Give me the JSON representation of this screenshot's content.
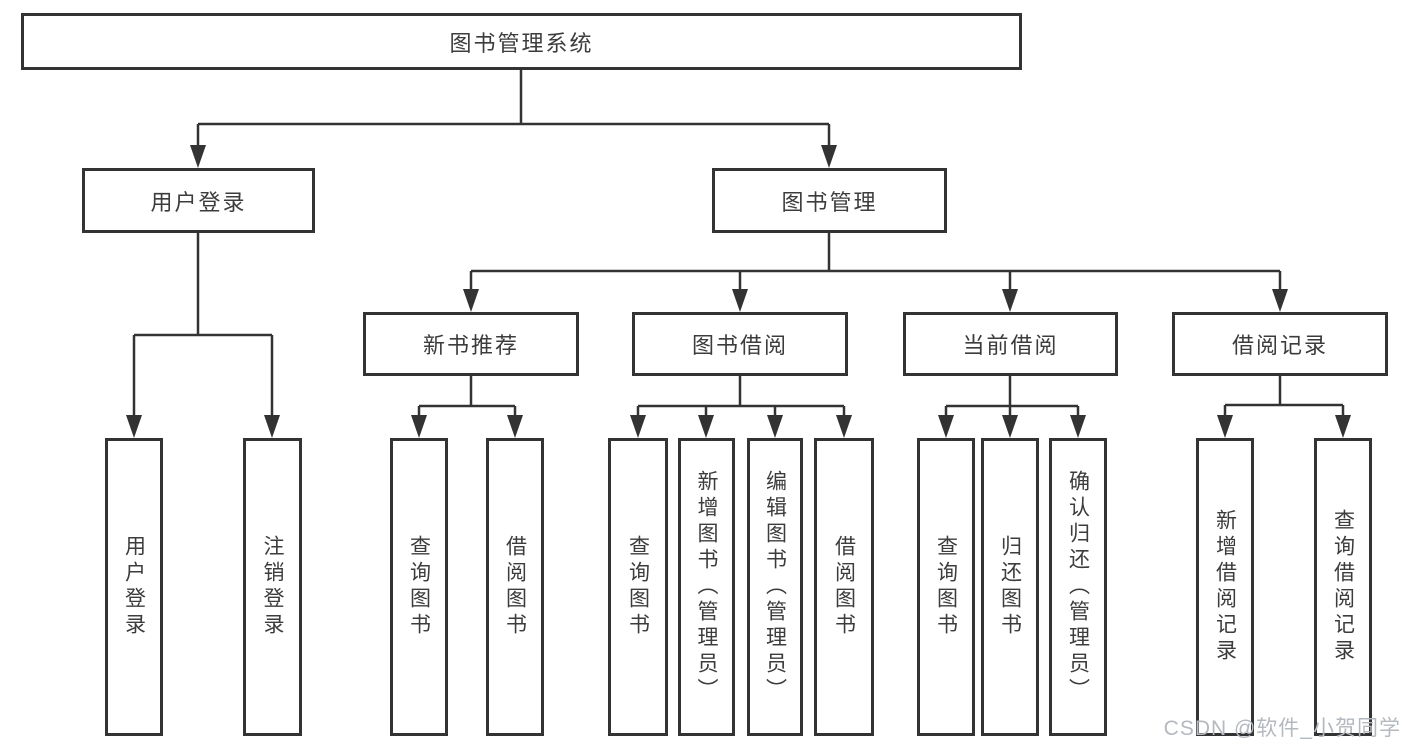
{
  "diagram": {
    "root": {
      "label": "图书管理系统",
      "children": [
        {
          "label": "用户登录",
          "children": [
            {
              "label": "用户登录"
            },
            {
              "label": "注销登录"
            }
          ]
        },
        {
          "label": "图书管理",
          "children": [
            {
              "label": "新书推荐",
              "children": [
                {
                  "label": "查询图书"
                },
                {
                  "label": "借阅图书"
                }
              ]
            },
            {
              "label": "图书借阅",
              "children": [
                {
                  "label": "查询图书"
                },
                {
                  "label": "新增图书（管理员）"
                },
                {
                  "label": "编辑图书（管理员）"
                },
                {
                  "label": "借阅图书"
                }
              ]
            },
            {
              "label": "当前借阅",
              "children": [
                {
                  "label": "查询图书"
                },
                {
                  "label": "归还图书"
                },
                {
                  "label": "确认归还（管理员）"
                }
              ]
            },
            {
              "label": "借阅记录",
              "children": [
                {
                  "label": "新增借阅记录"
                },
                {
                  "label": "查询借阅记录"
                }
              ]
            }
          ]
        }
      ]
    }
  },
  "watermark": {
    "text": "CSDN @软件_小贺同学",
    "color": "#b3b9bf"
  },
  "colors": {
    "line": "#333333",
    "box_border": "#333333",
    "text": "#3c3c3c",
    "background": "#ffffff"
  }
}
